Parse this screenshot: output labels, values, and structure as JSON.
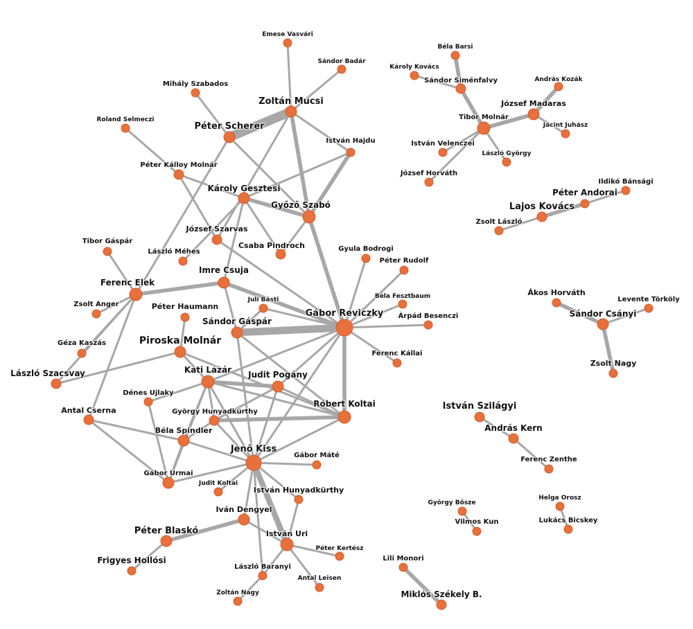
{
  "nodes": [
    {
      "id": "emese_vasvari",
      "label": "Emese Vasvári"
    },
    {
      "id": "sandor_badar",
      "label": "Sándor Badár"
    },
    {
      "id": "mihaly_szabados",
      "label": "Mihály Szabados"
    },
    {
      "id": "zoltan_mucsi",
      "label": "Zoltán Mucsi"
    },
    {
      "id": "peter_scherer",
      "label": "Péter Scherer"
    },
    {
      "id": "roland_selmeczi",
      "label": "Roland Selmeczi"
    },
    {
      "id": "istvan_hajdu",
      "label": "István Hajdu"
    },
    {
      "id": "peter_kalloy_molnar",
      "label": "Péter Kálloy Molnár"
    },
    {
      "id": "karoly_gesztesi",
      "label": "Károly Gesztesi"
    },
    {
      "id": "gyozo_szabo",
      "label": "Győző Szabó"
    },
    {
      "id": "jozsef_szarvas",
      "label": "József Szarvas"
    },
    {
      "id": "csaba_pindroch",
      "label": "Csaba Pindroch"
    },
    {
      "id": "laszlo_mehes",
      "label": "László Méhes"
    },
    {
      "id": "tibor_gaspar",
      "label": "Tibor Gáspár"
    },
    {
      "id": "ferenc_elek",
      "label": "Ferenc Elek"
    },
    {
      "id": "imre_csuja",
      "label": "Imre Csuja"
    },
    {
      "id": "gyula_bodrogi",
      "label": "Gyula Bodrogi"
    },
    {
      "id": "peter_rudolf",
      "label": "Péter Rudolf"
    },
    {
      "id": "zsolt_anger",
      "label": "Zsolt Anger"
    },
    {
      "id": "juli_basti",
      "label": "Juli Básti"
    },
    {
      "id": "bela_fesztbaum",
      "label": "Béla Fesztbaum"
    },
    {
      "id": "peter_haumann",
      "label": "Péter Haumann"
    },
    {
      "id": "gabor_reviczky",
      "label": "Gábor Reviczky"
    },
    {
      "id": "arpad_besenczi",
      "label": "Árpád Besenczi"
    },
    {
      "id": "sandor_gaspar",
      "label": "Sándor Gáspár"
    },
    {
      "id": "geza_kaszas",
      "label": "Géza Kaszás"
    },
    {
      "id": "piroska_molnar",
      "label": "Piroska Molnár"
    },
    {
      "id": "ferenc_kallai",
      "label": "Ferenc Kállai"
    },
    {
      "id": "laszlo_szacsvay",
      "label": "László Szacsvay"
    },
    {
      "id": "kati_lazar",
      "label": "Kati Lázár"
    },
    {
      "id": "judit_pogany",
      "label": "Judit Pogány"
    },
    {
      "id": "denes_ujlaky",
      "label": "Dénes Ujlaky"
    },
    {
      "id": "antal_cserna",
      "label": "Antal Cserna"
    },
    {
      "id": "gyorgy_hunyadkurthy",
      "label": "György Hunyadkürthy"
    },
    {
      "id": "robert_koltai",
      "label": "Róbert Koltai"
    },
    {
      "id": "bela_spindler",
      "label": "Béla Spindler"
    },
    {
      "id": "jeno_kiss",
      "label": "Jenő Kiss"
    },
    {
      "id": "gabor_mate",
      "label": "Gábor Máté"
    },
    {
      "id": "gabor_urmai",
      "label": "Gábor Urmai"
    },
    {
      "id": "judit_koltai",
      "label": "Judit Koltai"
    },
    {
      "id": "istvan_hunyadkurthy",
      "label": "István Hunyadkürthy"
    },
    {
      "id": "ivan_dengyel",
      "label": "Iván Dengyel"
    },
    {
      "id": "peter_blasko",
      "label": "Péter Blaskó"
    },
    {
      "id": "istvan_uri",
      "label": "István Uri"
    },
    {
      "id": "peter_kertesz",
      "label": "Péter Kertész"
    },
    {
      "id": "frigyes_hollosi",
      "label": "Frigyes Hollósi"
    },
    {
      "id": "laszlo_baranyi",
      "label": "László Baranyi"
    },
    {
      "id": "antal_leisen",
      "label": "Antal Leisen"
    },
    {
      "id": "zoltan_nagy",
      "label": "Zoltán Nagy"
    },
    {
      "id": "bela_barsi",
      "label": "Béla Barsi"
    },
    {
      "id": "karoly_kovacs",
      "label": "Károly Kovács"
    },
    {
      "id": "sandor_simenfalvy",
      "label": "Sándor Siménfalvy"
    },
    {
      "id": "andras_kozak",
      "label": "András Kozák"
    },
    {
      "id": "jozsef_madaras",
      "label": "József Madaras"
    },
    {
      "id": "tibor_molnar",
      "label": "Tibor Molnár"
    },
    {
      "id": "jacint_juhasz",
      "label": "Jácint Juhász"
    },
    {
      "id": "istvan_velenczei",
      "label": "István Velenczei"
    },
    {
      "id": "laszlo_gyorgy",
      "label": "László György"
    },
    {
      "id": "jozsef_horvath",
      "label": "József Horváth"
    },
    {
      "id": "ildiko_bansagi",
      "label": "Ildikó Bánsági"
    },
    {
      "id": "peter_andorai",
      "label": "Péter Andorai"
    },
    {
      "id": "lajos_kovacs",
      "label": "Lajos Kovács"
    },
    {
      "id": "zsolt_laszlo",
      "label": "Zsolt László"
    },
    {
      "id": "akos_horvath",
      "label": "Ákos Horváth"
    },
    {
      "id": "levente_torkoly",
      "label": "Levente Törköly"
    },
    {
      "id": "sandor_csanyi",
      "label": "Sándor Csányi"
    },
    {
      "id": "zsolt_nagy",
      "label": "Zsolt Nagy"
    },
    {
      "id": "istvan_szilagyi",
      "label": "István Szilágyi"
    },
    {
      "id": "andras_kern",
      "label": "András Kern"
    },
    {
      "id": "ferenc_zenthe",
      "label": "Ferenc Zenthe"
    },
    {
      "id": "gyorgy_bosze",
      "label": "György Bősze"
    },
    {
      "id": "helga_orosz",
      "label": "Helga Orosz"
    },
    {
      "id": "vilmos_kun",
      "label": "Vilmos Kun"
    },
    {
      "id": "lukacs_bicskey",
      "label": "Lukács Bicskey"
    },
    {
      "id": "lili_monori",
      "label": "Lili Monori"
    },
    {
      "id": "miklos_szekely",
      "label": "Miklós Székely B."
    }
  ],
  "edges": [
    [
      "emese_vasvari",
      "zoltan_mucsi",
      1
    ],
    [
      "sandor_badar",
      "zoltan_mucsi",
      1
    ],
    [
      "zoltan_mucsi",
      "peter_scherer",
      5
    ],
    [
      "zoltan_mucsi",
      "istvan_hajdu",
      1
    ],
    [
      "zoltan_mucsi",
      "gyozo_szabo",
      2
    ],
    [
      "zoltan_mucsi",
      "jozsef_szarvas",
      1
    ],
    [
      "mihaly_szabados",
      "peter_scherer",
      1
    ],
    [
      "peter_scherer",
      "gyozo_szabo",
      1
    ],
    [
      "peter_scherer",
      "ferenc_elek",
      1
    ],
    [
      "roland_selmeczi",
      "peter_kalloy_molnar",
      1
    ],
    [
      "peter_kalloy_molnar",
      "karoly_gesztesi",
      1
    ],
    [
      "peter_kalloy_molnar",
      "jozsef_szarvas",
      1
    ],
    [
      "istvan_hajdu",
      "gyozo_szabo",
      2
    ],
    [
      "istvan_hajdu",
      "karoly_gesztesi",
      1
    ],
    [
      "karoly_gesztesi",
      "gyozo_szabo",
      2
    ],
    [
      "karoly_gesztesi",
      "csaba_pindroch",
      1
    ],
    [
      "karoly_gesztesi",
      "laszlo_mehes",
      1
    ],
    [
      "karoly_gesztesi",
      "imre_csuja",
      1
    ],
    [
      "gyozo_szabo",
      "csaba_pindroch",
      1
    ],
    [
      "gyozo_szabo",
      "gabor_reviczky",
      2
    ],
    [
      "jozsef_szarvas",
      "gabor_reviczky",
      1
    ],
    [
      "tibor_gaspar",
      "ferenc_elek",
      1
    ],
    [
      "ferenc_elek",
      "imre_csuja",
      2
    ],
    [
      "ferenc_elek",
      "zsolt_anger",
      1
    ],
    [
      "ferenc_elek",
      "geza_kaszas",
      1
    ],
    [
      "ferenc_elek",
      "laszlo_szacsvay",
      1
    ],
    [
      "ferenc_elek",
      "antal_cserna",
      1
    ],
    [
      "imre_csuja",
      "gabor_reviczky",
      2
    ],
    [
      "imre_csuja",
      "sandor_gaspar",
      1
    ],
    [
      "gyula_bodrogi",
      "gabor_reviczky",
      1
    ],
    [
      "peter_rudolf",
      "gabor_reviczky",
      1
    ],
    [
      "bela_fesztbaum",
      "gabor_reviczky",
      1
    ],
    [
      "arpad_besenczi",
      "gabor_reviczky",
      1
    ],
    [
      "ferenc_kallai",
      "gabor_reviczky",
      1
    ],
    [
      "juli_basti",
      "gabor_reviczky",
      1
    ],
    [
      "juli_basti",
      "sandor_gaspar",
      1
    ],
    [
      "sandor_gaspar",
      "gabor_reviczky",
      4
    ],
    [
      "sandor_gaspar",
      "jeno_kiss",
      1
    ],
    [
      "sandor_gaspar",
      "robert_koltai",
      1
    ],
    [
      "gabor_reviczky",
      "kati_lazar",
      1
    ],
    [
      "gabor_reviczky",
      "judit_pogany",
      1
    ],
    [
      "gabor_reviczky",
      "robert_koltai",
      2
    ],
    [
      "gabor_reviczky",
      "jeno_kiss",
      1
    ],
    [
      "peter_haumann",
      "piroska_molnar",
      1
    ],
    [
      "piroska_molnar",
      "kati_lazar",
      1
    ],
    [
      "piroska_molnar",
      "laszlo_szacsvay",
      1
    ],
    [
      "piroska_molnar",
      "robert_koltai",
      1
    ],
    [
      "kati_lazar",
      "judit_pogany",
      2
    ],
    [
      "kati_lazar",
      "denes_ujlaky",
      1
    ],
    [
      "kati_lazar",
      "gyorgy_hunyadkurthy",
      1
    ],
    [
      "kati_lazar",
      "bela_spindler",
      1
    ],
    [
      "kati_lazar",
      "gabor_urmai",
      1
    ],
    [
      "kati_lazar",
      "jeno_kiss",
      1
    ],
    [
      "kati_lazar",
      "robert_koltai",
      1
    ],
    [
      "judit_pogany",
      "robert_koltai",
      1
    ],
    [
      "judit_pogany",
      "gyorgy_hunyadkurthy",
      1
    ],
    [
      "judit_pogany",
      "jeno_kiss",
      1
    ],
    [
      "denes_ujlaky",
      "gabor_urmai",
      1
    ],
    [
      "antal_cserna",
      "bela_spindler",
      1
    ],
    [
      "antal_cserna",
      "gabor_urmai",
      1
    ],
    [
      "gyorgy_hunyadkurthy",
      "robert_koltai",
      2
    ],
    [
      "gyorgy_hunyadkurthy",
      "jeno_kiss",
      1
    ],
    [
      "gyorgy_hunyadkurthy",
      "bela_spindler",
      1
    ],
    [
      "robert_koltai",
      "jeno_kiss",
      1
    ],
    [
      "bela_spindler",
      "jeno_kiss",
      1
    ],
    [
      "bela_spindler",
      "gabor_urmai",
      1
    ],
    [
      "jeno_kiss",
      "gabor_urmai",
      1
    ],
    [
      "jeno_kiss",
      "gabor_mate",
      1
    ],
    [
      "jeno_kiss",
      "judit_koltai",
      1
    ],
    [
      "jeno_kiss",
      "istvan_hunyadkurthy",
      1
    ],
    [
      "jeno_kiss",
      "ivan_dengyel",
      1
    ],
    [
      "jeno_kiss",
      "istvan_uri",
      3
    ],
    [
      "jeno_kiss",
      "laszlo_baranyi",
      1
    ],
    [
      "istvan_hunyadkurthy",
      "istvan_uri",
      1
    ],
    [
      "ivan_dengyel",
      "peter_blasko",
      2
    ],
    [
      "ivan_dengyel",
      "istvan_uri",
      1
    ],
    [
      "peter_blasko",
      "frigyes_hollosi",
      1
    ],
    [
      "istvan_uri",
      "peter_kertesz",
      1
    ],
    [
      "istvan_uri",
      "laszlo_baranyi",
      1
    ],
    [
      "istvan_uri",
      "antal_leisen",
      1
    ],
    [
      "laszlo_baranyi",
      "zoltan_nagy",
      1
    ],
    [
      "bela_barsi",
      "sandor_simenfalvy",
      2
    ],
    [
      "karoly_kovacs",
      "sandor_simenfalvy",
      1
    ],
    [
      "sandor_simenfalvy",
      "tibor_molnar",
      2
    ],
    [
      "andras_kozak",
      "jozsef_madaras",
      2
    ],
    [
      "jozsef_madaras",
      "tibor_molnar",
      2
    ],
    [
      "jozsef_madaras",
      "jacint_juhasz",
      1
    ],
    [
      "tibor_molnar",
      "istvan_velenczei",
      1
    ],
    [
      "tibor_molnar",
      "laszlo_gyorgy",
      1
    ],
    [
      "tibor_molnar",
      "jozsef_horvath",
      1
    ],
    [
      "ildiko_bansagi",
      "peter_andorai",
      1
    ],
    [
      "peter_andorai",
      "lajos_kovacs",
      2
    ],
    [
      "lajos_kovacs",
      "zsolt_laszlo",
      1
    ],
    [
      "akos_horvath",
      "sandor_csanyi",
      2
    ],
    [
      "levente_torkoly",
      "sandor_csanyi",
      1
    ],
    [
      "sandor_csanyi",
      "zsolt_nagy",
      2
    ],
    [
      "istvan_szilagyi",
      "andras_kern",
      1
    ],
    [
      "andras_kern",
      "ferenc_zenthe",
      1
    ],
    [
      "gyorgy_bosze",
      "vilmos_kun",
      1
    ],
    [
      "helga_orosz",
      "lukacs_bicskey",
      1
    ],
    [
      "lili_monori",
      "miklos_szekely",
      2
    ]
  ],
  "colors": {
    "node": "#e7703c",
    "edge": "#a7a7a7",
    "label": "#111111",
    "background": "#ffffff"
  }
}
